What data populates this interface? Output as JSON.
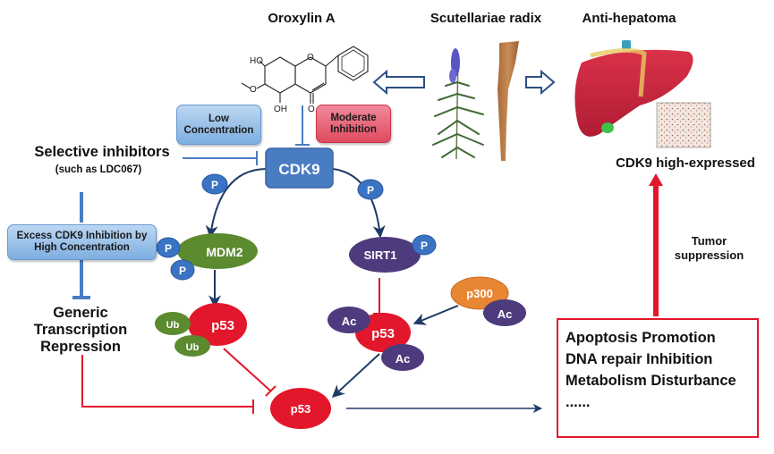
{
  "titles": {
    "compound": "Oroxylin A",
    "herb": "Scutellariae radix",
    "disease": "Anti-hepatoma",
    "liver_note": "CDK9 high-expressed"
  },
  "molecule": {
    "ho": "HO",
    "oh": "OH",
    "o_ring": "O",
    "o_keto": "O",
    "o_methoxy": "O"
  },
  "boxes": {
    "low_concentration": "Low Concentration",
    "moderate_inhibition": "Moderate Inhibition",
    "excess_inhibition": "Excess CDK9 Inhibition by High Concentration"
  },
  "left_labels": {
    "selective_inhibitors": "Selective inhibitors",
    "selective_example": "(such as LDC067)",
    "generic_repression": [
      "Generic",
      "Transcription",
      "Repression"
    ]
  },
  "nodes": {
    "cdk9": "CDK9",
    "mdm2": "MDM2",
    "sirt1": "SIRT1",
    "p53_ub": "p53",
    "p53_ac": "p53",
    "p53_final": "p53",
    "p300": "p300",
    "phospho": "P",
    "ubiquitin": "Ub",
    "acetyl": "Ac"
  },
  "tumor_suppression": [
    "Tumor",
    "suppression"
  ],
  "outcomes": [
    "Apoptosis Promotion",
    "DNA repair Inhibition",
    "Metabolism Disturbance",
    "......"
  ],
  "colors": {
    "cdk9": "#4a7cc2",
    "phospho": "#3a73c4",
    "mdm2": "#5b8a2f",
    "ubiquitin": "#5b8a2f",
    "sirt1": "#4e3b7e",
    "acetyl": "#4e3b7e",
    "p53": "#e3172b",
    "p300": "#e98634",
    "activation_arrow": "#1f3a66",
    "inhibition_line": "#e3172b",
    "blue_inhibition": "#4a7cc2"
  }
}
